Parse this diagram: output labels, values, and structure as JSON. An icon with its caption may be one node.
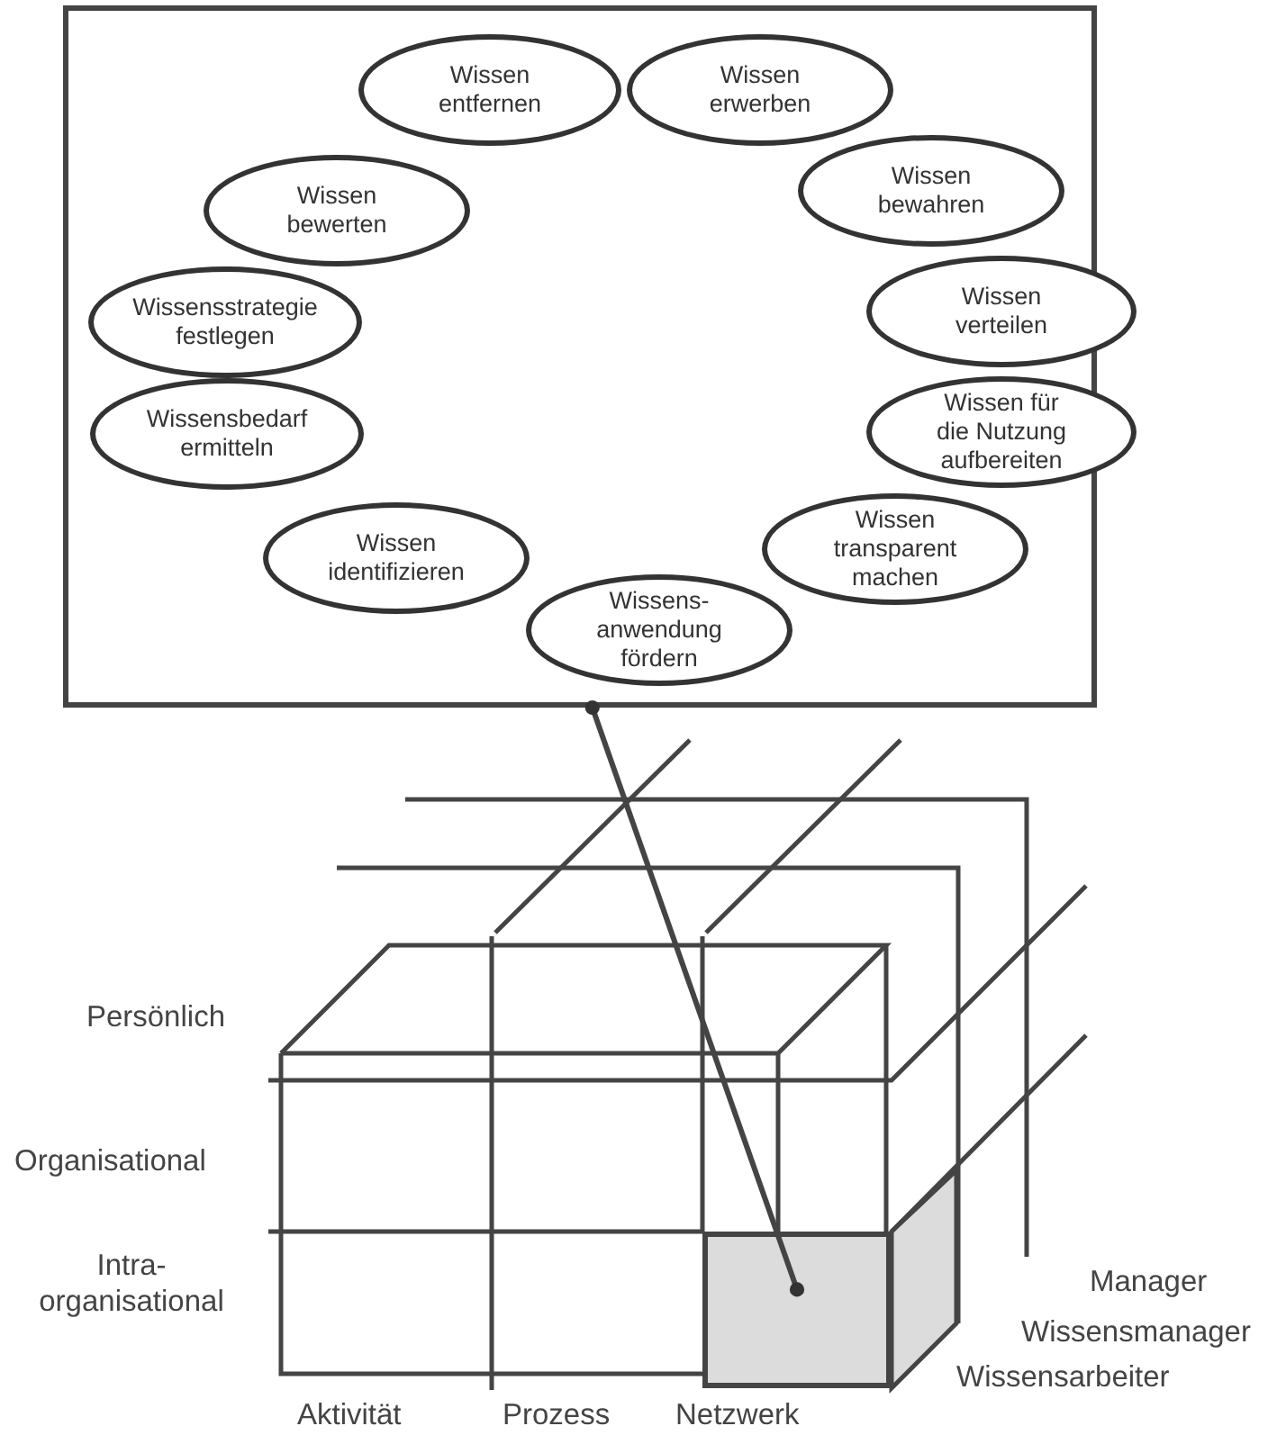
{
  "diagram": {
    "nodes": [
      {
        "text": [],
        "shape": "box"
      },
      {
        "text": [
          "Wissen entfernen"
        ],
        "in": 0
      },
      {
        "text": [
          "Wissen erwerben"
        ],
        "in": 0
      },
      {
        "text": [
          "Wissen bewerten"
        ],
        "in": 0
      },
      {
        "text": [
          "Wissen bewahren"
        ],
        "in": 0
      },
      {
        "text": [
          "Wissensstrategie festlegen"
        ],
        "in": 0
      },
      {
        "text": [
          "Wissen verteilen"
        ],
        "in": 0
      },
      {
        "text": [
          "Wissensbedarf ermitteln"
        ],
        "in": 0
      },
      {
        "text": [
          "Wissen für die Nutzung aufbereiten"
        ],
        "in": 0
      },
      {
        "text": [
          "Wissen identifizieren"
        ],
        "in": 0
      },
      {
        "text": [
          "Wissen transparent machen"
        ],
        "in": 0
      },
      {
        "text": [
          "Wissens- anwendung fördern"
        ],
        "in": 0
      },
      {
        "text": [],
        "shape": "box"
      }
    ],
    "edges": [
      {
        "from": 0,
        "to": 12,
        "arrow": "other"
      }
    ],
    "labels": [
      "Persönlich",
      "Organisational",
      "Intra- organisational",
      "Manager",
      "Wissensmanager",
      "Wissensarbeiter",
      "Aktivität",
      "Prozess",
      "Netzwerk"
    ]
  }
}
